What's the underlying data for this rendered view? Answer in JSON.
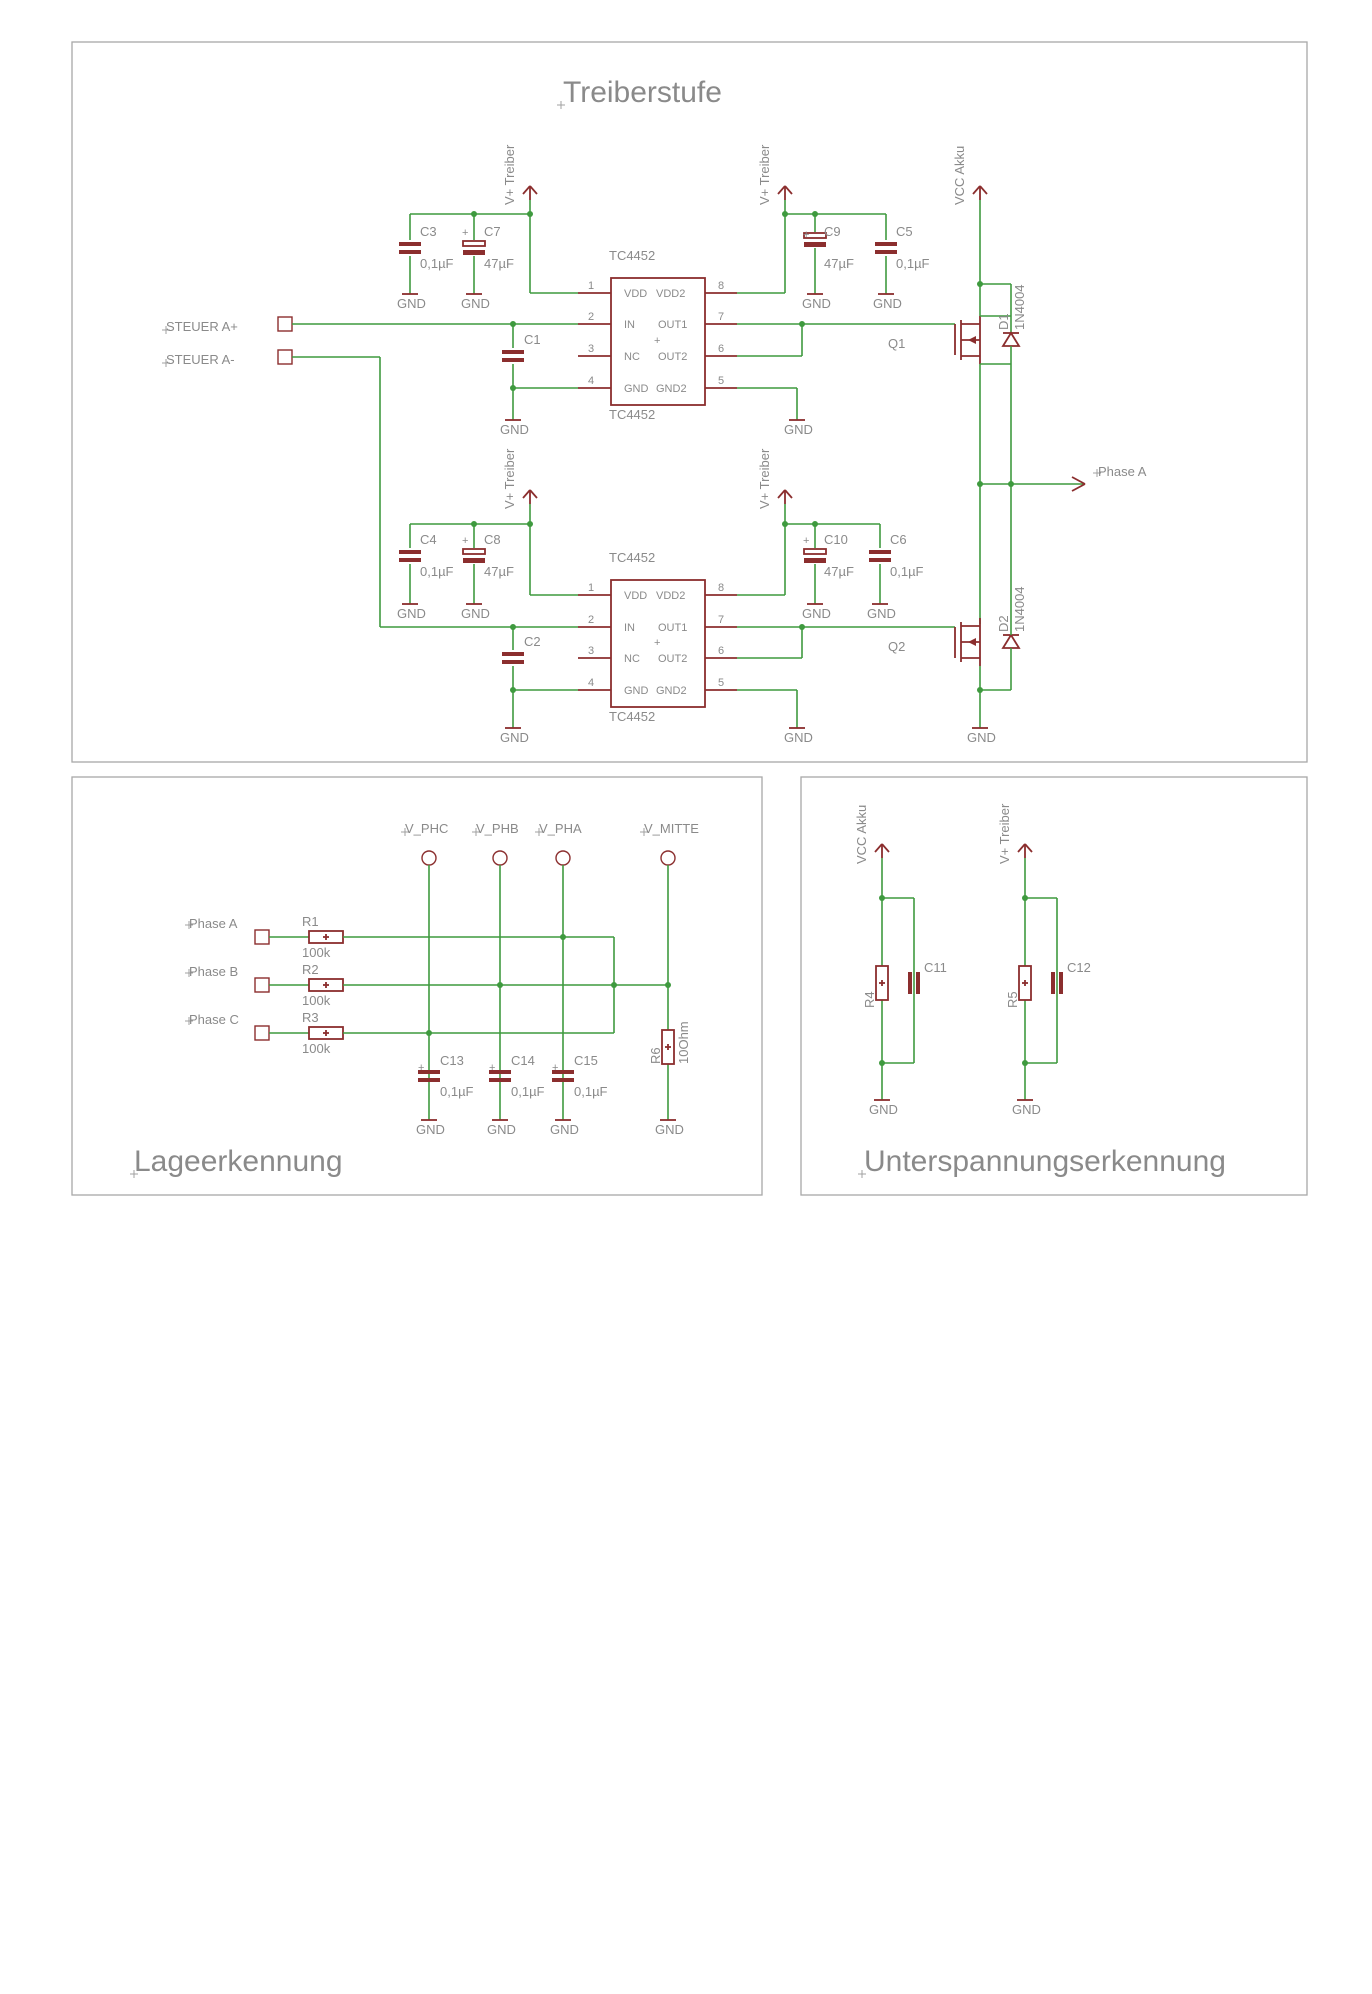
{
  "sections": {
    "treiberstufe": "Treiberstufe",
    "lageerkennung": "Lageerkennung",
    "unterspannungserkennung": "Unterspannungserkennung"
  },
  "ics": {
    "part": "TC4452",
    "pins": {
      "p1": "1",
      "p2": "2",
      "p3": "3",
      "p4": "4",
      "p5": "5",
      "p6": "6",
      "p7": "7",
      "p8": "8",
      "vdd": "VDD",
      "in": "IN",
      "nc": "NC",
      "gnd": "GND",
      "vdd2": "VDD2",
      "out1": "OUT1",
      "out2": "OUT2",
      "gnd2": "GND2",
      "plus": "+"
    }
  },
  "nets": {
    "gnd": "GND",
    "vplus_treiber": "V+ Treiber",
    "vcc_akku": "VCC Akku",
    "steuer_a_plus": "STEUER A+",
    "steuer_a_minus": "STEUER A-",
    "phase_a_out": "Phase A",
    "phase_a": "Phase A",
    "phase_b": "Phase B",
    "phase_c": "Phase C",
    "v_phc": "V_PHC",
    "v_phb": "V_PHB",
    "v_pha": "V_PHA",
    "v_mitte": "V_MITTE"
  },
  "parts": {
    "c1": "C1",
    "c2": "C2",
    "c3": "C3",
    "c4": "C4",
    "c5": "C5",
    "c6": "C6",
    "c7": "C7",
    "c8": "C8",
    "c9": "C9",
    "c10": "C10",
    "c11": "C11",
    "c12": "C12",
    "c13": "C13",
    "c14": "C14",
    "c15": "C15",
    "r1": "R1",
    "r2": "R2",
    "r3": "R3",
    "r4": "R4",
    "r5": "R5",
    "r6": "R6",
    "q1": "Q1",
    "q2": "Q2",
    "d1": "D1",
    "d2": "D2"
  },
  "values": {
    "cap_small": "0,1µF",
    "cap_elko": "47µF",
    "r_100k": "100k",
    "r_10ohm": "10Ohm",
    "diode": "1N4004",
    "elko_plus": "+"
  }
}
